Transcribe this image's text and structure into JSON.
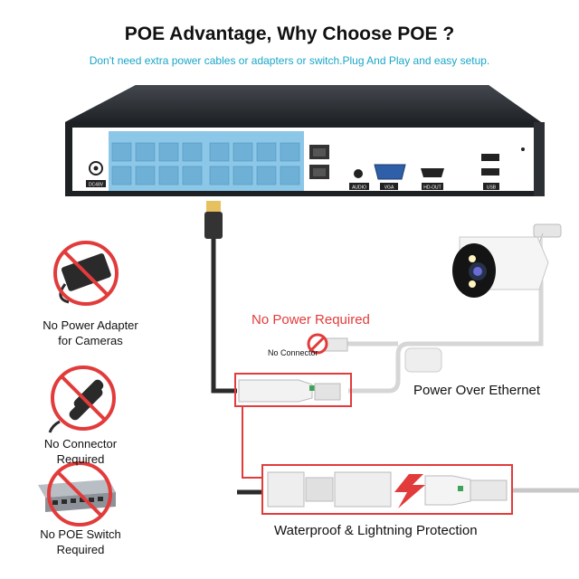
{
  "header": {
    "title": "POE Advantage, Why Choose POE ?",
    "subtitle": "Don't need extra power cables or adapters or switch.Plug And Play and easy setup."
  },
  "diagram": {
    "no_power_required": "No Power Required",
    "no_connector_small": "No Connector",
    "power_over_ethernet": "Power Over Ethernet",
    "waterproof": "Waterproof & Lightning Protection"
  },
  "side_items": [
    {
      "line1": "No Power Adapter",
      "line2": "for Cameras",
      "icon": "power-adapter-icon"
    },
    {
      "line1": "No Connector",
      "line2": "Required",
      "icon": "connector-icon"
    },
    {
      "line1": "No POE Switch",
      "line2": "Required",
      "icon": "network-switch-icon"
    }
  ],
  "nvr_labels": {
    "dc": "DC48V",
    "audio": "AUDIO",
    "vga": "VGA",
    "hdout": "HD-OUT",
    "usb": "USB"
  },
  "colors": {
    "accent_red": "#e23b3b",
    "subtitle_cyan": "#19a6c8",
    "port_blue": "#8cc7e8"
  }
}
